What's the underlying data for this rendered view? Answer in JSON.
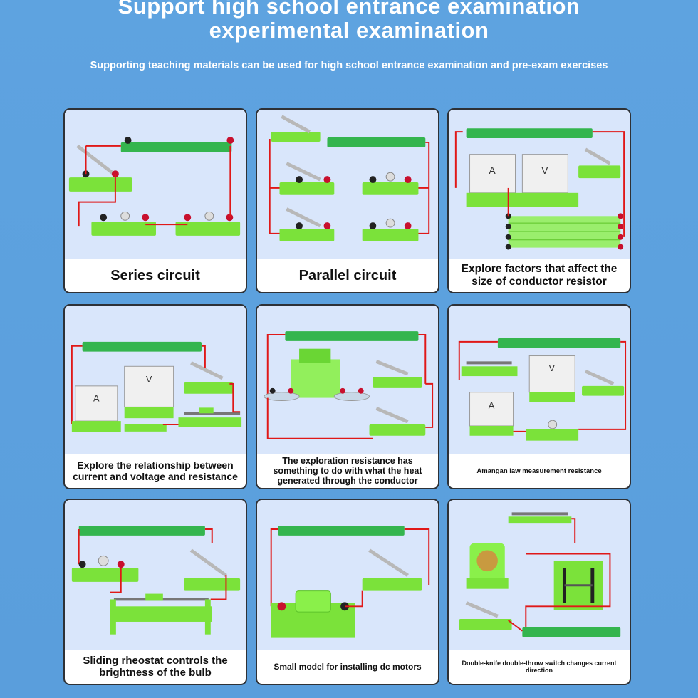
{
  "header": {
    "title_line1": "Support high school entrance examination",
    "title_line2": "experimental examination",
    "subtitle": "Supporting teaching materials can be used for high school entrance examination and pre-exam exercises"
  },
  "cards": [
    {
      "caption": "Series circuit",
      "image": "series-circuit-illustration"
    },
    {
      "caption": "Parallel circuit",
      "image": "parallel-circuit-illustration"
    },
    {
      "caption": "Explore factors that affect the size of conductor resistor",
      "image": "conductor-resistor-illustration"
    },
    {
      "caption": "Explore the relationship between current and voltage and resistance",
      "image": "current-voltage-illustration"
    },
    {
      "caption": "The exploration resistance has something to do with what the heat generated through the conductor",
      "image": "heat-resistance-illustration"
    },
    {
      "caption": "Amangan law measurement resistance",
      "image": "measurement-resistance-illustration"
    },
    {
      "caption": "Sliding rheostat controls the brightness of the bulb",
      "image": "rheostat-bulb-illustration"
    },
    {
      "caption": "Small model for installing dc motors",
      "image": "dc-motor-illustration"
    },
    {
      "caption": "Double-knife double-throw switch changes current direction",
      "image": "double-throw-switch-illustration"
    }
  ],
  "colors": {
    "background": "#5ea3e0",
    "card_image_bg": "#d9e6fb",
    "wire": "#e01818",
    "base": "#7be23a",
    "battery": "#2db34a"
  }
}
